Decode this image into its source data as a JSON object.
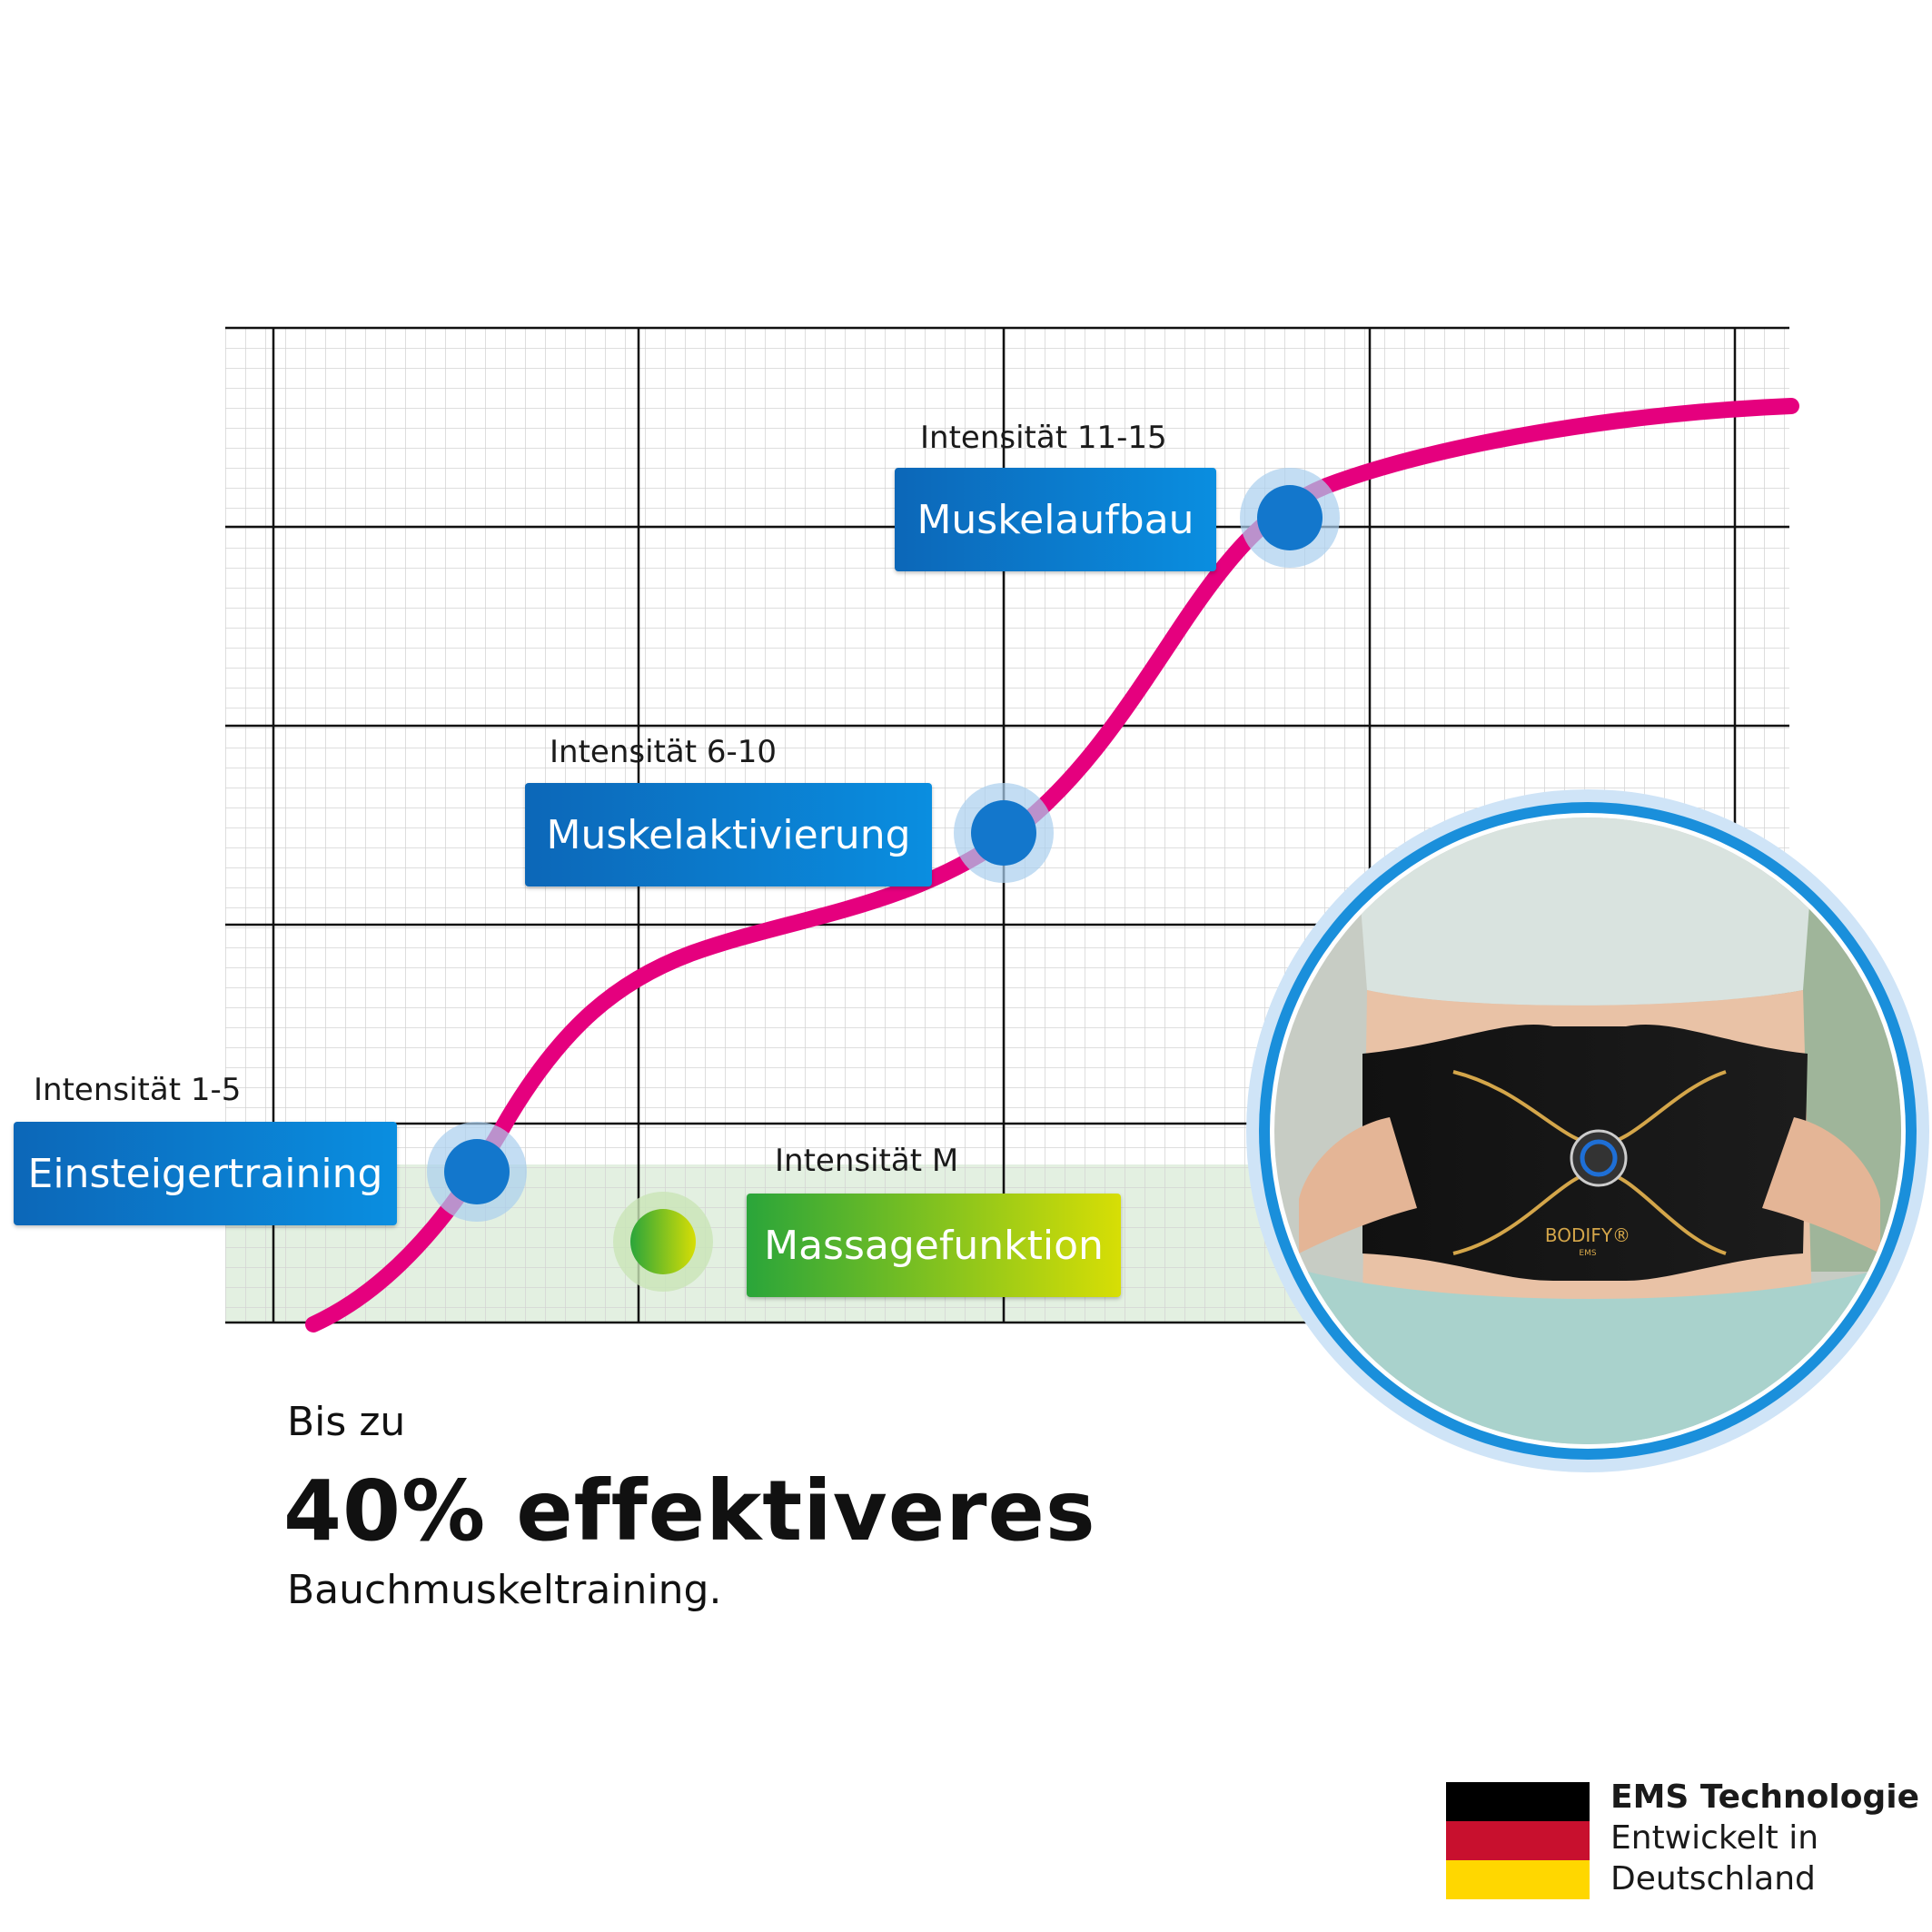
{
  "stages": [
    {
      "intensity": "Intensität 1-5",
      "label": "Einsteigertraining"
    },
    {
      "intensity": "Intensität 6-10",
      "label": "Muskelaktivierung"
    },
    {
      "intensity": "Intensität 11-15",
      "label": "Muskelaufbau"
    },
    {
      "intensity": "Intensität M",
      "label": "Massagefunktion"
    }
  ],
  "headline": {
    "line1": "Bis zu",
    "line2": "40% effektiveres",
    "line3": "Bauchmuskeltraining."
  },
  "product": {
    "brand": "BODIFY®",
    "sub": "EMS"
  },
  "badge": {
    "title": "EMS Technologie",
    "line1": "Entwickelt in",
    "line2": "Deutschland"
  },
  "colors": {
    "curve": "#e5007e",
    "stage_blue": "#0a80d0",
    "stage_green_start": "#2aa53a",
    "stage_green_end": "#d7de05",
    "flag_black": "#000000",
    "flag_red": "#c8102e",
    "flag_gold": "#ffd700"
  }
}
